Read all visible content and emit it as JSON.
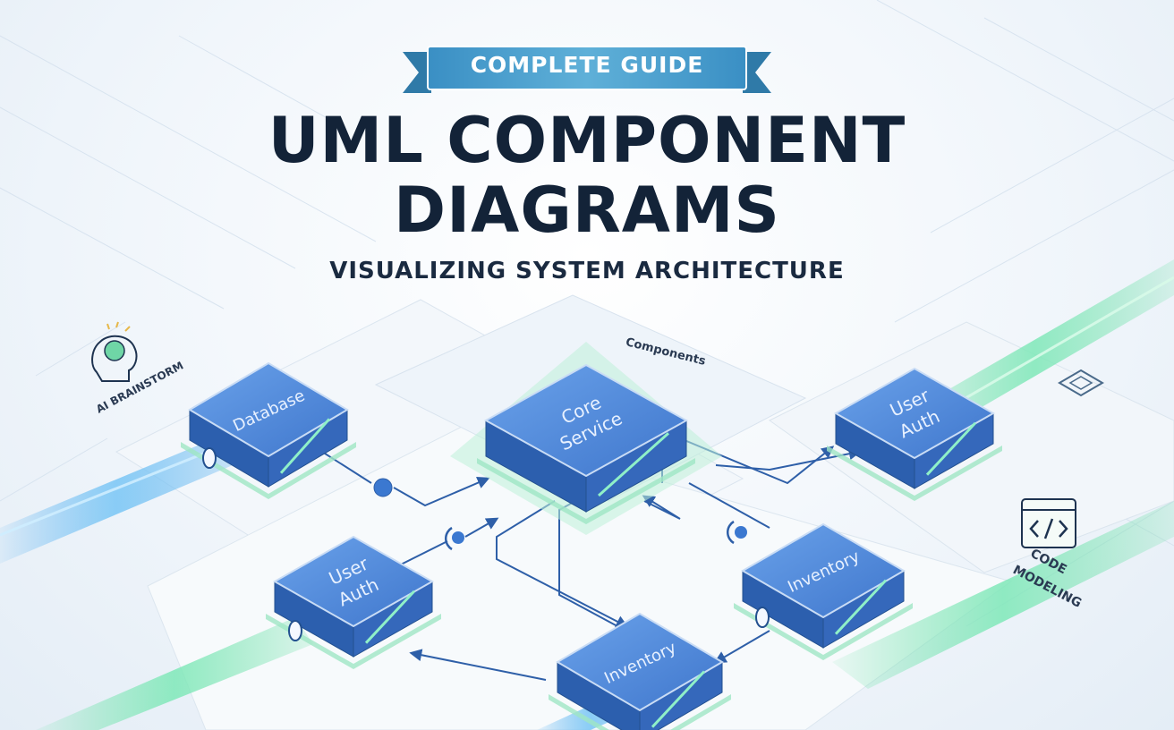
{
  "header": {
    "banner": "COMPLETE GUIDE",
    "title_line1": "UML COMPONENT",
    "title_line2": "DIAGRAMS",
    "subtitle": "VISUALIZING SYSTEM ARCHITECTURE"
  },
  "labels": {
    "components": "Components",
    "ai_brainstorm": "AI BRAINSTORM",
    "code_line1": "CODE",
    "code_line2": "MODELING"
  },
  "components": {
    "database": "Database",
    "core_line1": "Core",
    "core_line2": "Service",
    "user_auth_right_line1": "User",
    "user_auth_right_line2": "Auth",
    "user_auth_left_line1": "User",
    "user_auth_left_line2": "Auth",
    "inventory_right": "Inventory",
    "inventory_bottom": "Inventory"
  },
  "colors": {
    "title": "#132338",
    "banner": "#3f8fc2",
    "component_top": "#4b84d8",
    "component_side": "#2a5aa8",
    "glow": "#7ee0b2",
    "connector": "#2e5fa8"
  }
}
